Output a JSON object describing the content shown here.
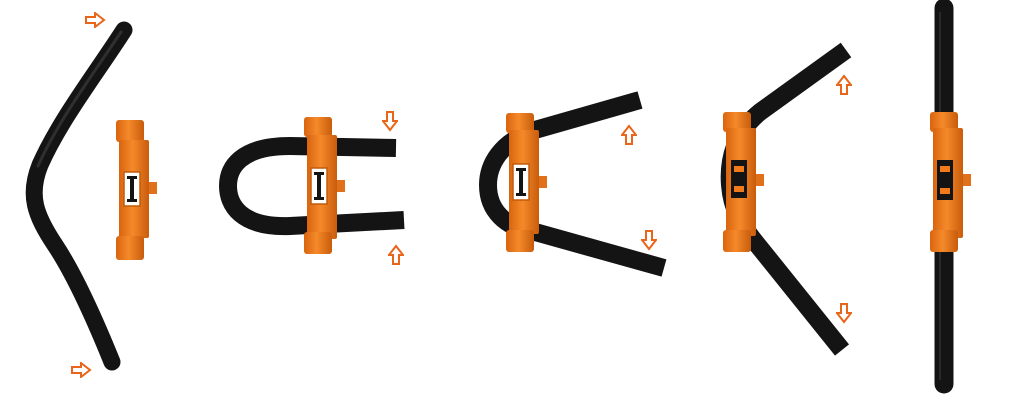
{
  "colors": {
    "background": "#ffffff",
    "tube": "#141414",
    "tube_highlight": "#4a4a4a",
    "clip_orange": "#f07a1c",
    "clip_orange_dark": "#c25a0a",
    "clip_orange_light": "#ffa04a",
    "arrow_orange": "#e8651a"
  },
  "figures": [
    {
      "name": "step-1-curved-tube-and-clip",
      "icons": [
        "right-arrow-icon",
        "right-arrow-icon"
      ]
    },
    {
      "name": "step-2-u-bend-in-clip",
      "icons": [
        "down-arrow-icon",
        "up-arrow-icon"
      ]
    },
    {
      "name": "step-3-partly-opened-bend",
      "icons": [
        "up-arrow-icon",
        "down-arrow-icon"
      ]
    },
    {
      "name": "step-4-wide-v-bend",
      "icons": [
        "up-arrow-icon",
        "down-arrow-icon"
      ]
    },
    {
      "name": "step-5-straight-tube-in-clip",
      "icons": []
    }
  ]
}
